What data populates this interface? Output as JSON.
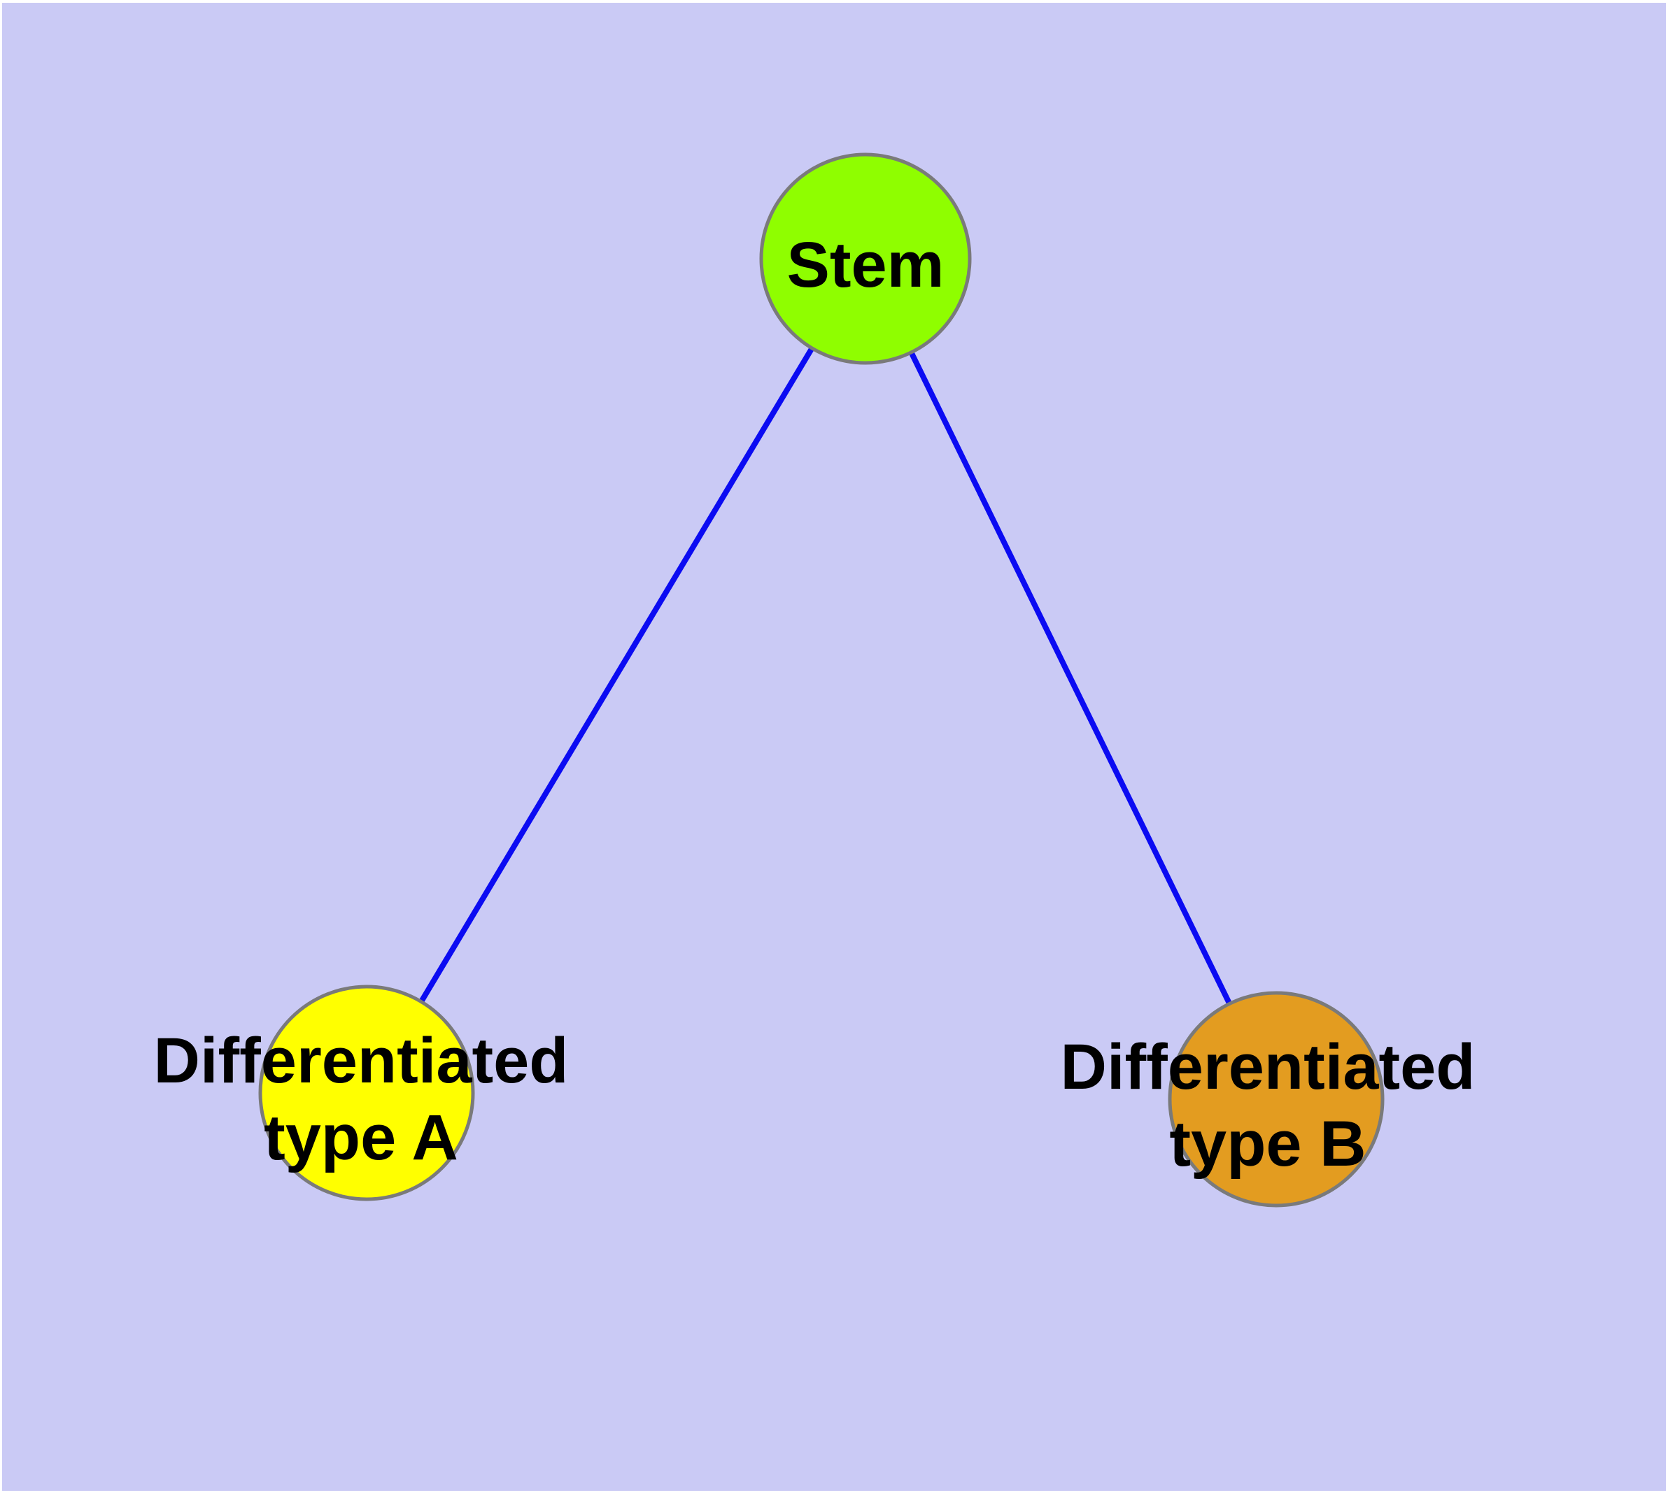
{
  "diagram": {
    "background_color": "#cacaf5",
    "frame_color": "#ffffff",
    "text_color": "#000000",
    "edge_color": "#0b0bf2",
    "node_border_color": "#7a7a7a",
    "nodes": {
      "stem": {
        "label": "Stem",
        "fill_color": "#8ffe00"
      },
      "type_a": {
        "label_line1": "Differentiated",
        "label_line2": "type A",
        "fill_color": "#ffff00"
      },
      "type_b": {
        "label_line1": "Differentiated",
        "label_line2": "type B",
        "fill_color": "#e39c20"
      }
    },
    "edges": [
      {
        "from": "Stem",
        "to": "Differentiated type A"
      },
      {
        "from": "Stem",
        "to": "Differentiated type B"
      }
    ]
  }
}
